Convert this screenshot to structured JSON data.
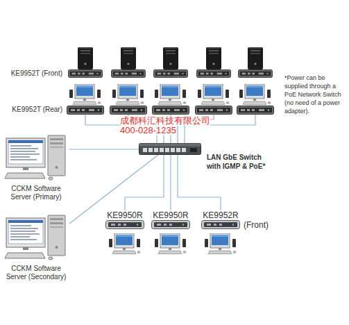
{
  "diagram": {
    "nodes": [
      {
        "text": [
          "KE9952T (Front)"
        ]
      },
      {
        "text": [
          "KE9952T (Rear)"
        ]
      },
      {
        "text": [
          "LAN GbE Switch with IGMP & PoE*"
        ]
      },
      {
        "text": [
          "CCKM Software Server (Primary)"
        ]
      },
      {
        "text": [
          "CCKM Software Server (Secondary)"
        ]
      },
      {
        "text": [
          "KE9950R"
        ]
      },
      {
        "text": [
          "KE9950R"
        ]
      },
      {
        "text": [
          "KE9952R",
          "(Front)"
        ]
      }
    ],
    "edges": [
      {
        "from": 1,
        "to": 2,
        "arrow": "none"
      },
      {
        "from": 2,
        "to": 3,
        "arrow": "none"
      },
      {
        "from": 2,
        "to": 4,
        "arrow": "none"
      },
      {
        "from": 2,
        "to": 5,
        "arrow": "none"
      },
      {
        "from": 2,
        "to": 6,
        "arrow": "none"
      },
      {
        "from": 2,
        "to": 7,
        "arrow": "none"
      }
    ],
    "labels": [
      "*Power can be supplied through a PoE Network Switch (no need of a power adapter).",
      "成都科汇科技有限公司",
      "400-028-1235"
    ]
  }
}
